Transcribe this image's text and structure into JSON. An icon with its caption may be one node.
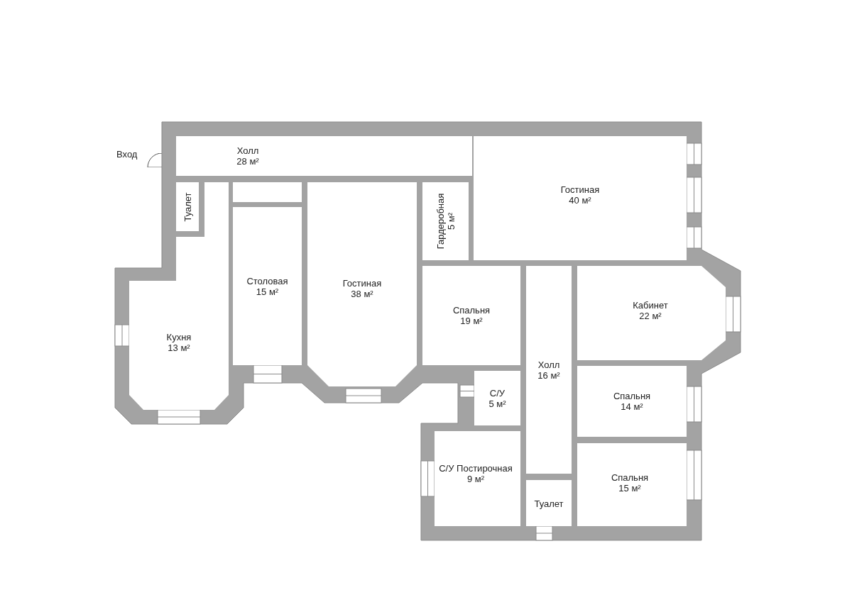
{
  "diagram": {
    "nodes": [
      {
        "text": [
          "Холл",
          "28 м²"
        ]
      },
      {
        "text": [
          "Гостиная",
          "40 м²"
        ]
      },
      {
        "text": [
          "Туалет"
        ]
      },
      {
        "text": [],
        "shape": "box"
      },
      {
        "text": [
          "Кухня",
          "13 м²"
        ]
      },
      {
        "text": [
          "Столовая",
          "15 м²"
        ]
      },
      {
        "text": [
          "Гостиная",
          "38 м²"
        ]
      },
      {
        "text": [
          "Гардеробная",
          "5 м²"
        ]
      },
      {
        "text": [
          "Спальня",
          "19 м²"
        ]
      },
      {
        "text": [
          "Холл",
          "16 м²"
        ]
      },
      {
        "text": [
          "Кабинет",
          "22 м²"
        ]
      },
      {
        "text": [
          "С/У",
          "5 м²"
        ]
      },
      {
        "text": [
          "Спальня",
          "14 м²"
        ]
      },
      {
        "text": [
          "С/У Постирочная",
          "9 м²"
        ]
      },
      {
        "text": [
          "Туалет"
        ]
      },
      {
        "text": [
          "Спальня",
          "15 м²"
        ]
      }
    ],
    "labels": [
      "Вход"
    ]
  }
}
